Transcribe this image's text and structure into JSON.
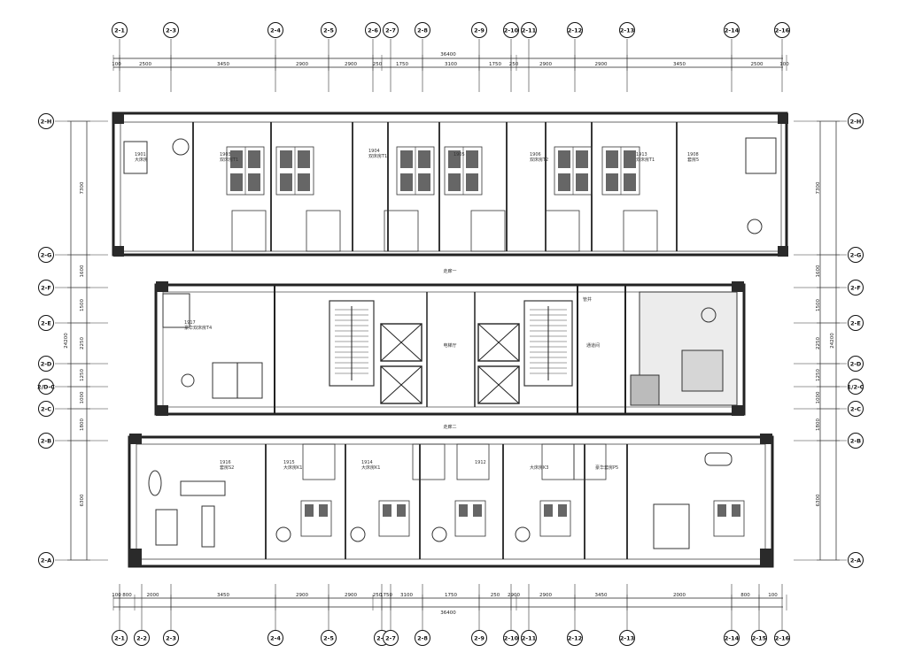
{
  "top_axes": [
    "2-1",
    "2-3",
    "2-4",
    "2-5",
    "2-6",
    "2-7",
    "2-8",
    "2-9",
    "2-10",
    "2-11",
    "2-12",
    "2-13",
    "2-14",
    "2-16"
  ],
  "bottom_axes": [
    "2-1",
    "2-2",
    "2-3",
    "2-4",
    "2-5",
    "2-6",
    "2-7",
    "2-8",
    "2-9",
    "2-10",
    "2-11",
    "2-12",
    "2-13",
    "2-14",
    "2-15",
    "2-16"
  ],
  "left_axes": [
    "2-H",
    "2-G",
    "2-F",
    "2-E",
    "2-D",
    "2/D-C",
    "2-C",
    "2-B",
    "2-A"
  ],
  "right_axes": [
    "2-H",
    "2-G",
    "2-F",
    "2-E",
    "2-D",
    "1/2-C",
    "2-C",
    "2-B",
    "2-A"
  ],
  "overall_top": "36400",
  "overall_bottom": "36400",
  "top_dims": [
    "100",
    "2500",
    "3450",
    "2900",
    "2900",
    "250",
    "1750",
    "3100",
    "1750",
    "250",
    "2900",
    "2900",
    "3450",
    "2500",
    "100"
  ],
  "bottom_dims": [
    "100",
    "800",
    "2000",
    "3450",
    "2900",
    "2900",
    "250",
    "1750",
    "3100",
    "1750",
    "250",
    "2900",
    "2900",
    "3450",
    "2000",
    "800",
    "100"
  ],
  "left_dims": [
    "7300",
    "1600",
    "1500",
    "2250",
    "1250",
    "1000",
    "1800",
    "6300"
  ],
  "left_overall": "24200",
  "right_dims": [
    "7300",
    "1600",
    "1500",
    "2250",
    "1250",
    "1000",
    "1800",
    "6300"
  ],
  "right_overall": "24200",
  "rooms": {
    "r1901": "1901",
    "r1901_sub": "大床房",
    "r1903": "1903",
    "r1903_sub": "双床房T1",
    "r1904": "1904",
    "r1904_sub": "双床房T1",
    "r1905": "1905",
    "r1906": "1906",
    "r1906_sub": "双床房T2",
    "r1913": "1913",
    "r1913_sub": "双床房T1",
    "r1908": "1908",
    "r1908_sub": "套房5",
    "r1917": "1917",
    "r1917_sub": "豪华双床房T4",
    "r1916": "1916",
    "r1916_sub": "套房S2",
    "r1915": "1915",
    "r1915_sub": "大床房K1",
    "r1914": "1914",
    "r1914_sub": "大床房K1",
    "r1912": "1912",
    "r1910": "大床房K3",
    "r1909": "豪华套房P5",
    "lift_lobby": "电梯厅",
    "corridor1": "走廊一",
    "corridor2": "走廊二",
    "service": "通道间",
    "mech": "管井"
  }
}
